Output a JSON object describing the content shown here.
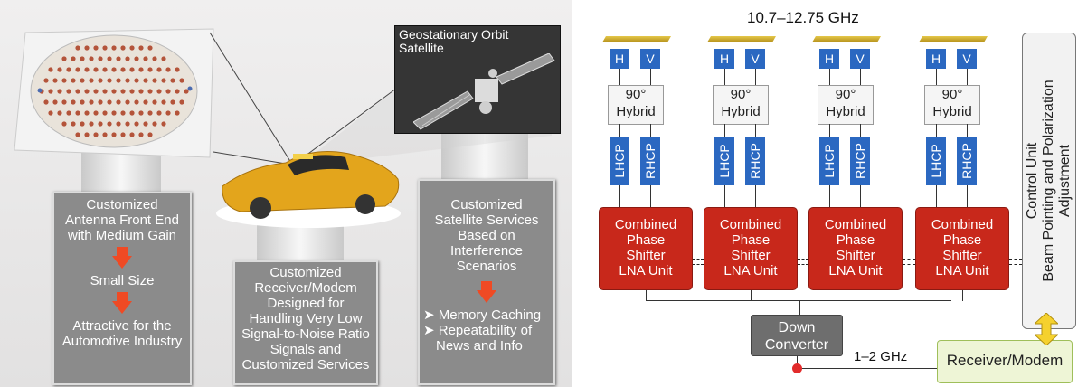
{
  "left_panel": {
    "satellite_label": [
      "Geostationary Orbit",
      "Satellite"
    ],
    "box_antenna": {
      "title": [
        "Customized",
        "Antenna Front End",
        "with Medium Gain"
      ],
      "step1": "Small Size",
      "step2": [
        "Attractive for the",
        "Automotive Industry"
      ]
    },
    "box_receiver": {
      "lines": [
        "Customized",
        "Receiver/Modem",
        "Designed for",
        "Handling Very Low",
        "Signal-to-Noise Ratio",
        "Signals and",
        "Customized Services"
      ]
    },
    "box_services": {
      "title": [
        "Customized",
        "Satellite Services",
        "Based on",
        "Interference",
        "Scenarios"
      ],
      "bullets": [
        "Memory Caching",
        "Repeatability of"
      ],
      "bullet_cont": "News and Info"
    }
  },
  "right_panel": {
    "band_label": "10.7–12.75 GHz",
    "pol_h": "H",
    "pol_v": "V",
    "hybrid": [
      "90°",
      "Hybrid"
    ],
    "lhcp": "LHCP",
    "rhcp": "RHCP",
    "lna_unit": [
      "Combined",
      "Phase",
      "Shifter",
      "LNA Unit"
    ],
    "down_converter": [
      "Down",
      "Converter"
    ],
    "if_label": "1–2 GHz",
    "receiver": "Receiver/Modem",
    "control_unit": [
      "Control Unit",
      "Beam Pointing and Polarization",
      "Adjustment"
    ]
  }
}
